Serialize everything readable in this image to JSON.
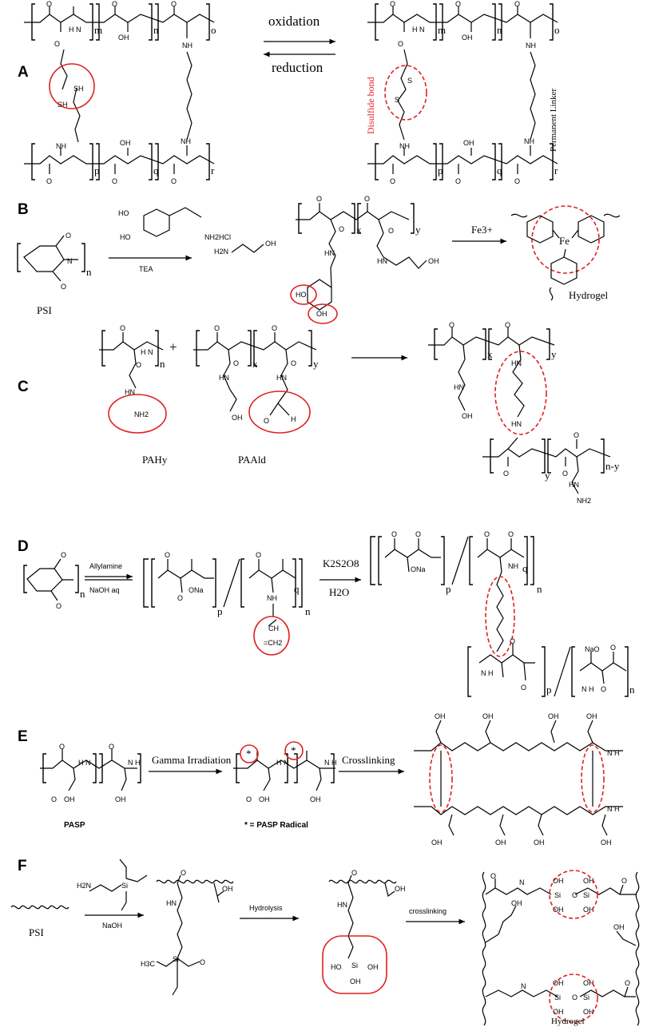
{
  "panels": {
    "A": {
      "label": "A",
      "forward": "oxidation",
      "reverse": "reduction",
      "disulfide": "Disulfide bond",
      "linker": "Permanent Linker",
      "groups": [
        "SH",
        "SH",
        "OH",
        "NH",
        "O",
        "S",
        "S"
      ],
      "subs": [
        "m",
        "n",
        "o",
        "p",
        "q",
        "r"
      ]
    },
    "B": {
      "label": "B",
      "psi": "PSI",
      "tea": "TEA",
      "amine_salt": "NH2HCl",
      "ethanolamine": "H2N",
      "fe": "Fe3+",
      "hydrogel": "Hydrogel",
      "oh": "OH",
      "ho": "HO",
      "subs": [
        "n",
        "x",
        "y"
      ]
    },
    "C": {
      "label": "C",
      "plus": "+",
      "pahy": "PAHy",
      "paald": "PAAld",
      "nh2": "NH2",
      "h": "H",
      "subs": [
        "n",
        "x",
        "y",
        "y",
        "n-y"
      ]
    },
    "D": {
      "label": "D",
      "reagent1": "Allylamine",
      "reagent2": "NaOH aq",
      "oxidant": "K2S2O8",
      "solvent": "H2O",
      "ona": "ONa",
      "nao": "NaO",
      "subs": [
        "n",
        "p",
        "q",
        "n"
      ]
    },
    "E": {
      "label": "E",
      "step1": "Gamma Irradiation",
      "step2": "Crosslinking",
      "pasp": "PASP",
      "radical_note": "* = PASP Radical",
      "star": "*"
    },
    "F": {
      "label": "F",
      "psi": "PSI",
      "base": "NaOH",
      "step1": "Hydrolysis",
      "step2": "crosslinking",
      "hydrogel": "Hydrogel",
      "si": "Si",
      "oh": "OH",
      "ho": "HO"
    }
  }
}
